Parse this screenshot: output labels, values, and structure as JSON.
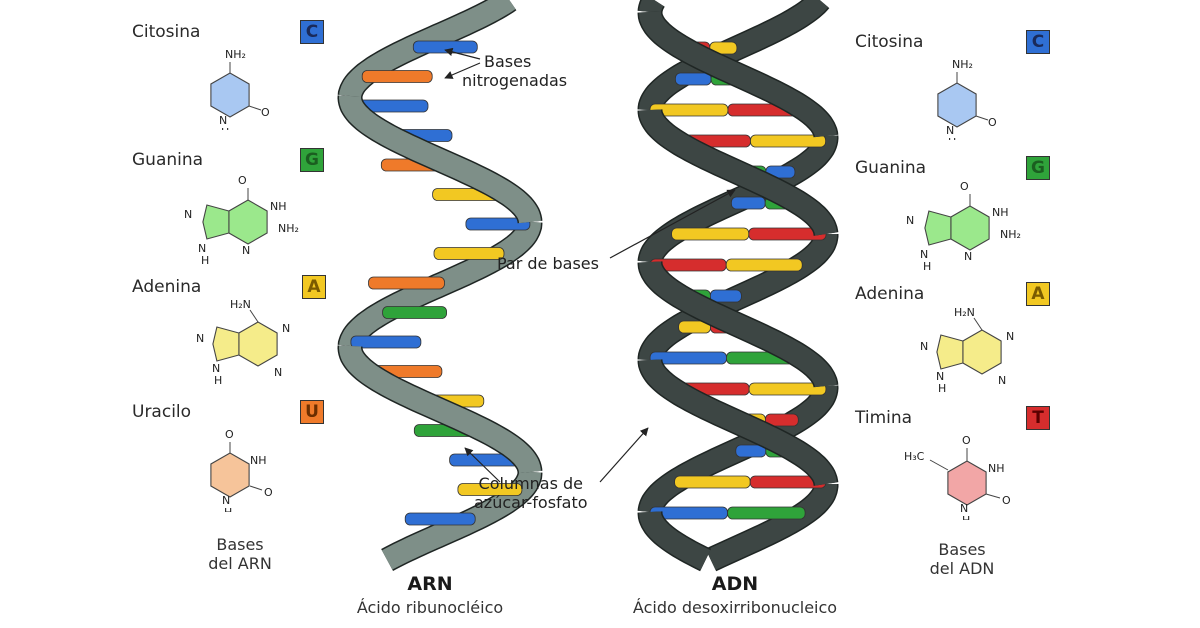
{
  "colors": {
    "cytosine": "#2f6fd4",
    "guanine": "#2fa33a",
    "adenine": "#f2c822",
    "uracil": "#ef7a2a",
    "thymine": "#d62d2d",
    "rna_strand": "#7e8f88",
    "dna_strand": "#3d4644",
    "arrow": "#222222"
  },
  "rna_bases": [
    {
      "name": "Citosina",
      "letter": "C",
      "molecule": {
        "substituents": [
          "NH₂",
          "N",
          "H",
          "O"
        ],
        "fill": "#a9c8f2",
        "ring": "pyrimidine"
      }
    },
    {
      "name": "Guanina",
      "letter": "G",
      "molecule": {
        "substituents": [
          "O",
          "NH",
          "NH₂",
          "N",
          "N",
          "N",
          "H"
        ],
        "fill": "#9be88c",
        "ring": "purine"
      }
    },
    {
      "name": "Adenina",
      "letter": "A",
      "molecule": {
        "substituents": [
          "H₂N",
          "N",
          "N",
          "N",
          "N",
          "H"
        ],
        "fill": "#f5ec8a",
        "ring": "purine"
      }
    },
    {
      "name": "Uracilo",
      "letter": "U",
      "molecule": {
        "substituents": [
          "O",
          "NH",
          "N",
          "H",
          "O"
        ],
        "fill": "#f6c49a",
        "ring": "pyrimidine"
      }
    }
  ],
  "dna_bases": [
    {
      "name": "Citosina",
      "letter": "C",
      "molecule": {
        "substituents": [
          "NH₂",
          "N",
          "H",
          "O"
        ],
        "fill": "#a9c8f2",
        "ring": "pyrimidine"
      }
    },
    {
      "name": "Guanina",
      "letter": "G",
      "molecule": {
        "substituents": [
          "O",
          "NH",
          "NH₂",
          "N",
          "N",
          "N",
          "H"
        ],
        "fill": "#9be88c",
        "ring": "purine"
      }
    },
    {
      "name": "Adenina",
      "letter": "A",
      "molecule": {
        "substituents": [
          "H₂N",
          "N",
          "N",
          "N",
          "N",
          "H"
        ],
        "fill": "#f5ec8a",
        "ring": "purine"
      }
    },
    {
      "name": "Timina",
      "letter": "T",
      "molecule": {
        "substituents": [
          "H₃C",
          "NH",
          "N",
          "H",
          "O",
          "O"
        ],
        "fill": "#f2a6a6",
        "ring": "pyrimidine"
      }
    }
  ],
  "annotations": {
    "bases_nitrogenadas": [
      "Bases",
      "nitrogenadas"
    ],
    "par_de_bases": "Par de bases",
    "columnas": [
      "Columnas de",
      "azúcar-fosfato"
    ]
  },
  "captions": {
    "rna_bases": [
      "Bases",
      "del ARN"
    ],
    "dna_bases": [
      "Bases",
      "del ADN"
    ]
  },
  "titles": {
    "rna": {
      "short": "ARN",
      "long": "Ácido ribunocléico"
    },
    "dna": {
      "short": "ADN",
      "long": "Ácido desoxirribonucleico"
    }
  },
  "rna_rungs": [
    "cytosine",
    "uracil",
    "cytosine",
    "cytosine",
    "uracil",
    "adenine",
    "cytosine",
    "adenine",
    "uracil",
    "guanine",
    "cytosine",
    "uracil",
    "adenine",
    "guanine",
    "cytosine",
    "adenine",
    "cytosine"
  ],
  "dna_rungs": [
    [
      "thymine",
      "adenine"
    ],
    [
      "cytosine",
      "guanine"
    ],
    [
      "adenine",
      "thymine"
    ],
    [
      "thymine",
      "adenine"
    ],
    [
      "guanine",
      "cytosine"
    ],
    [
      "cytosine",
      "guanine"
    ],
    [
      "adenine",
      "thymine"
    ],
    [
      "thymine",
      "adenine"
    ],
    [
      "guanine",
      "cytosine"
    ],
    [
      "adenine",
      "thymine"
    ],
    [
      "cytosine",
      "guanine"
    ],
    [
      "thymine",
      "adenine"
    ],
    [
      "adenine",
      "thymine"
    ],
    [
      "cytosine",
      "guanine"
    ],
    [
      "adenine",
      "thymine"
    ],
    [
      "cytosine",
      "guanine"
    ]
  ]
}
